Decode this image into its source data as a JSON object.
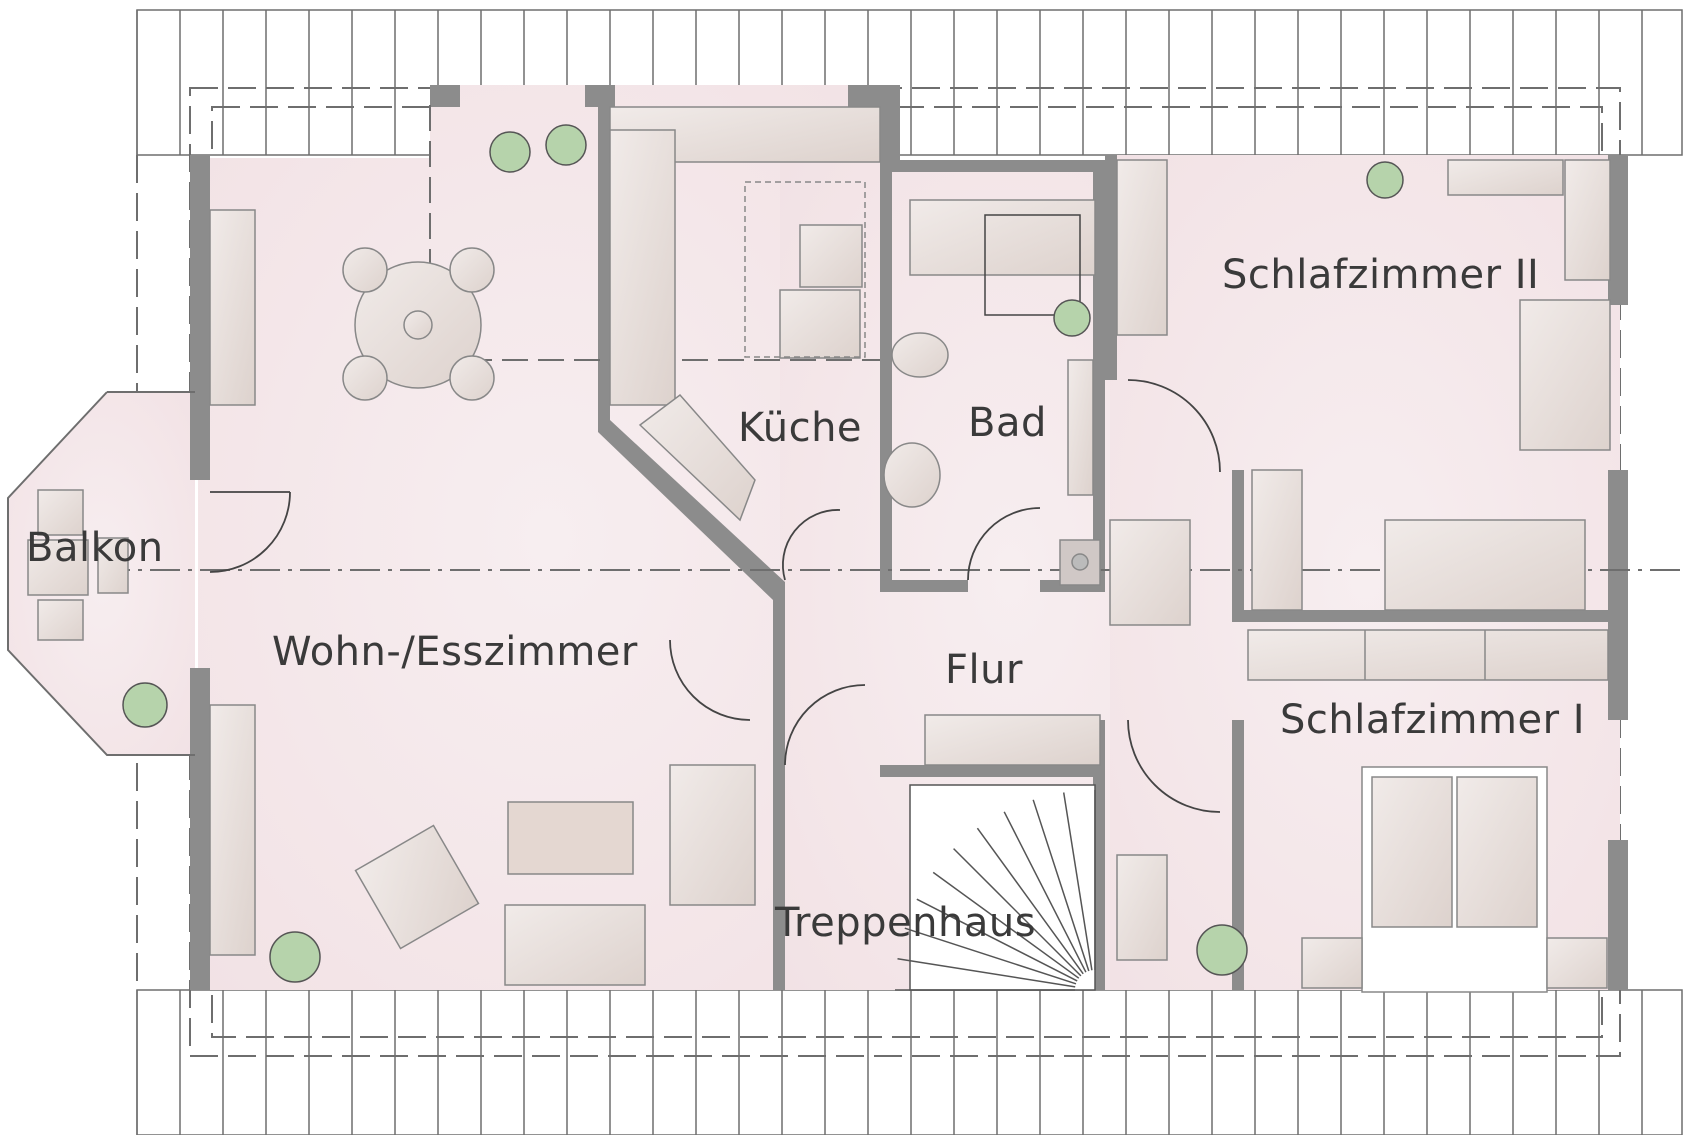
{
  "plan": {
    "rooms": [
      {
        "id": "balkon",
        "label": "Balkon"
      },
      {
        "id": "wohn",
        "label": "Wohn-/Esszimmer"
      },
      {
        "id": "kueche",
        "label": "Küche"
      },
      {
        "id": "bad",
        "label": "Bad"
      },
      {
        "id": "flur",
        "label": "Flur"
      },
      {
        "id": "treppenhaus",
        "label": "Treppenhaus"
      },
      {
        "id": "schlaf2",
        "label": "Schlafzimmer II"
      },
      {
        "id": "schlaf1",
        "label": "Schlafzimmer I"
      }
    ],
    "colors": {
      "floor": "#f5e6e8",
      "wall": "#8c8c8c",
      "line": "#6e6e6e",
      "furniture": "#e9e2df",
      "furniture_dark": "#c9bdb6",
      "plant": "#a8c9a0",
      "roof_line": "#707070"
    }
  }
}
